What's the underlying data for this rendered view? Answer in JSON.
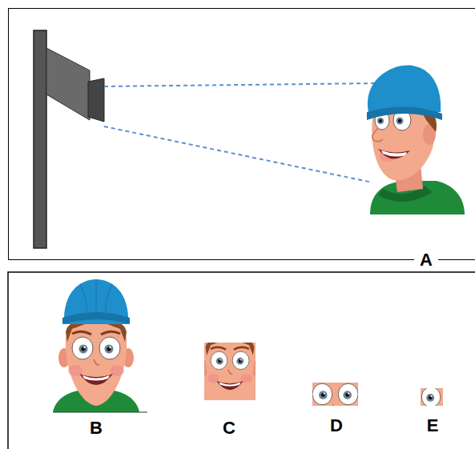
{
  "diagram": {
    "nodes": [
      {
        "text": [
          "A"
        ]
      }
    ],
    "labels": [
      "B",
      "C",
      "D",
      "E"
    ]
  }
}
